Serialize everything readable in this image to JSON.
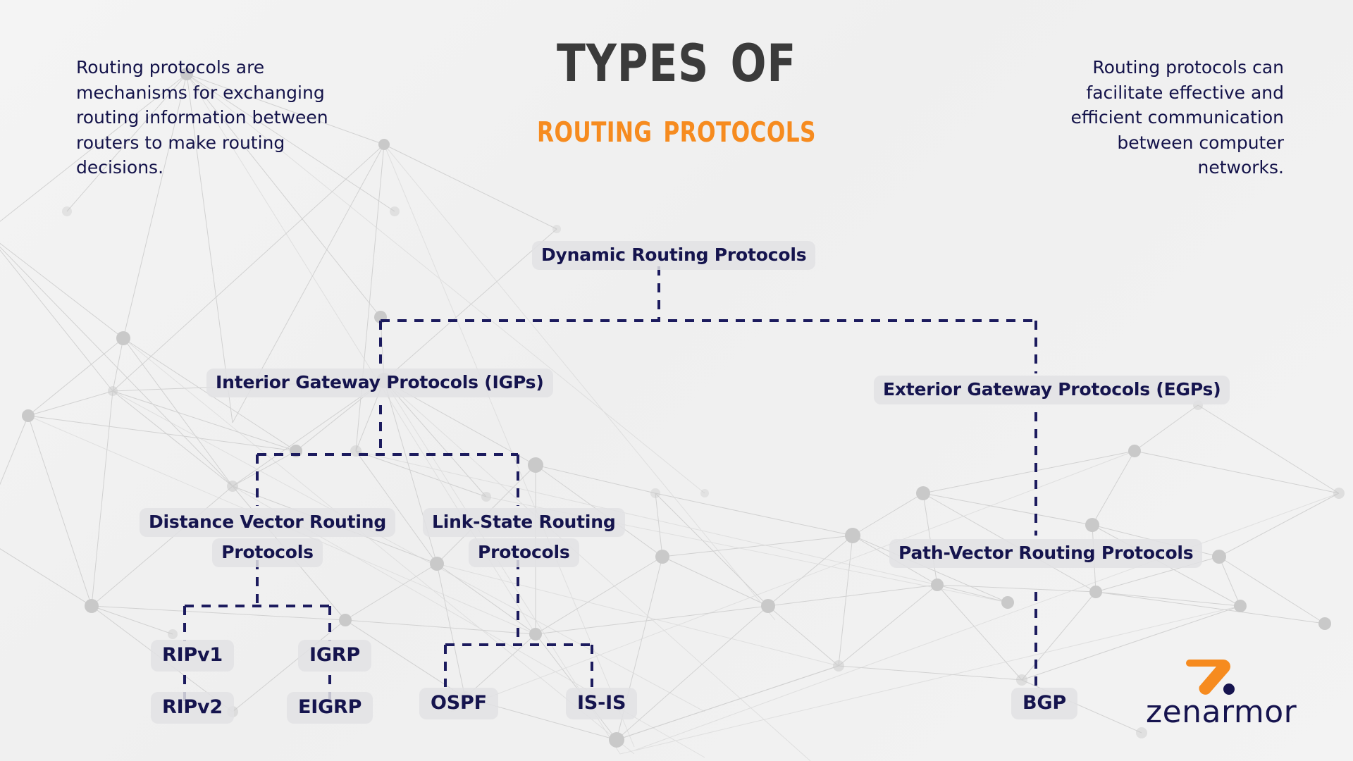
{
  "header": {
    "title_main": "Types of",
    "title_sub": "Routing Protocols",
    "title_color": "#3b3b3b",
    "subtitle_color": "#f68b1f"
  },
  "blurbs": {
    "left": "Routing protocols are mechanisms for exchanging routing information between routers to make routing decisions.",
    "right": "Routing protocols can facilitate effective and efficient communication between computer networks."
  },
  "theme": {
    "background": "#f2f2f2",
    "node_text": "#15144e",
    "node_pill": "#e2e2e4",
    "connector": "#1c1b5e",
    "accent_orange": "#f68b1f",
    "mesh_line": "#cfcfcf",
    "mesh_dot": "#c9c9c9"
  },
  "tree": {
    "root": {
      "label": "Dynamic Routing Protocols"
    },
    "branches": [
      {
        "label": "Interior Gateway Protocols (IGPs)",
        "children": [
          {
            "label_lines": [
              "Distance Vector Routing",
              "Protocols"
            ],
            "children": [
              {
                "label": "RIPv1",
                "child": {
                  "label": "RIPv2"
                }
              },
              {
                "label": "IGRP",
                "child": {
                  "label": "EIGRP"
                }
              }
            ]
          },
          {
            "label_lines": [
              "Link-State Routing",
              "Protocols"
            ],
            "children": [
              {
                "label": "OSPF"
              },
              {
                "label": "IS-IS"
              }
            ]
          }
        ]
      },
      {
        "label": "Exterior Gateway Protocols (EGPs)",
        "children": [
          {
            "label_lines": [
              "Path-Vector Routing Protocols"
            ],
            "children": [
              {
                "label": "BGP"
              }
            ]
          }
        ]
      }
    ]
  },
  "logo": {
    "wordmark": "zenarmor",
    "mark": "zenarmor-7-mark"
  }
}
